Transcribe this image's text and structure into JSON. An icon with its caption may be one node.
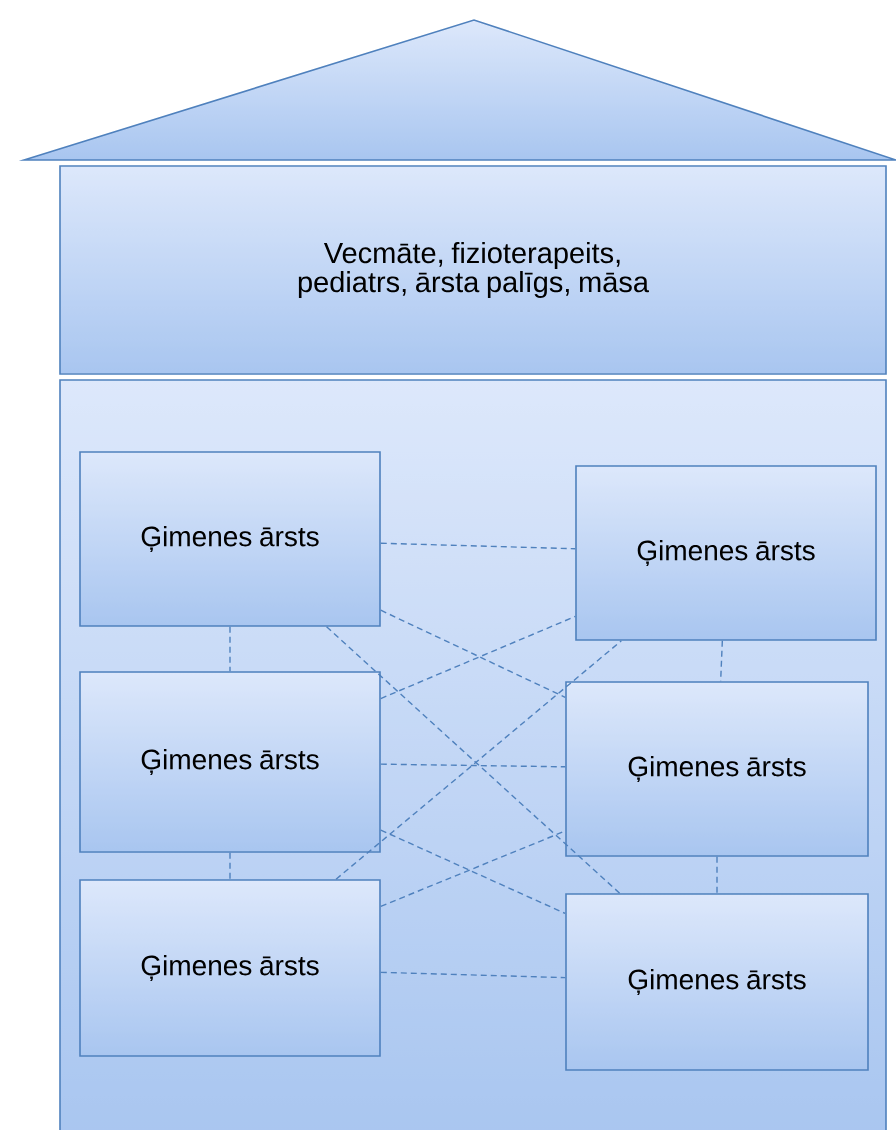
{
  "diagram": {
    "nodes": [
      {
        "text": [
          "Vecmāte, fizioterapeits, pediatrs, ārsta palīgs, māsa"
        ]
      },
      {
        "text": [],
        "shape": "box"
      },
      {
        "text": [
          "Ģimenes ārsts"
        ],
        "in": 1
      },
      {
        "text": [
          "Ģimenes ārsts"
        ],
        "in": 1
      },
      {
        "text": [
          "Ģimenes ārsts"
        ],
        "in": 1
      },
      {
        "text": [
          "Ģimenes ārsts"
        ],
        "in": 1
      },
      {
        "text": [
          "Ģimenes ārsts"
        ],
        "in": 1
      },
      {
        "text": [
          "Ģimenes ārsts"
        ],
        "in": 1
      }
    ],
    "edges": [
      {
        "from": 2,
        "to": 4,
        "arrow": "none",
        "style": "dashed"
      },
      {
        "from": 4,
        "to": 6,
        "arrow": "none",
        "style": "dashed"
      },
      {
        "from": 3,
        "to": 5,
        "arrow": "none",
        "style": "dashed"
      },
      {
        "from": 5,
        "to": 7,
        "arrow": "none",
        "style": "dashed"
      },
      {
        "from": 2,
        "to": 3,
        "arrow": "none",
        "style": "dashed"
      },
      {
        "from": 2,
        "to": 5,
        "arrow": "none",
        "style": "dashed"
      },
      {
        "from": 2,
        "to": 7,
        "arrow": "none",
        "style": "dashed"
      },
      {
        "from": 4,
        "to": 3,
        "arrow": "none",
        "style": "dashed"
      },
      {
        "from": 4,
        "to": 5,
        "arrow": "none",
        "style": "dashed"
      },
      {
        "from": 4,
        "to": 7,
        "arrow": "none",
        "style": "dashed"
      },
      {
        "from": 6,
        "to": 3,
        "arrow": "none",
        "style": "dashed"
      },
      {
        "from": 6,
        "to": 5,
        "arrow": "none",
        "style": "dashed"
      },
      {
        "from": 6,
        "to": 7,
        "arrow": "none",
        "style": "dashed"
      }
    ]
  }
}
